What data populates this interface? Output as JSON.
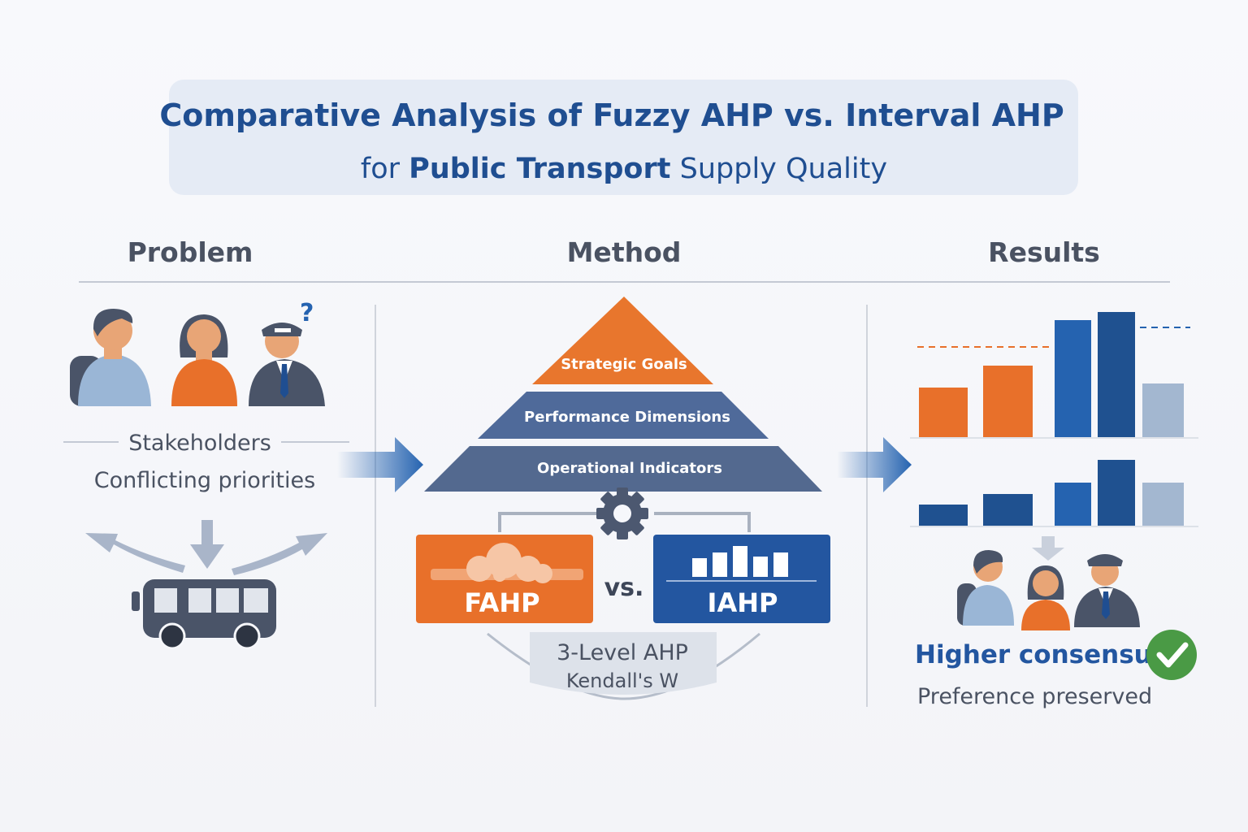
{
  "title": {
    "line1": "Comparative Analysis of Fuzzy AHP vs. Interval AHP",
    "line2_pre": "for ",
    "line2_bold": "Public Transport",
    "line2_post": " Supply Quality"
  },
  "sections": {
    "problem": "Problem",
    "method": "Method",
    "results": "Results"
  },
  "problem": {
    "stakeholders": "Stakeholders",
    "conflict": "Conflicting priorities",
    "question_mark": "?"
  },
  "method": {
    "levels": [
      "Strategic Goals",
      "Performance Dimensions",
      "Operational Indicators"
    ],
    "fahp": "FAHP",
    "iahp": "IAHP",
    "vs": "vs.",
    "base_line1": "3-Level AHP",
    "base_line2": "Kendall's W"
  },
  "results": {
    "consensus": "Higher consensus",
    "preserved": "Preference preserved",
    "top_bars": [
      61,
      88,
      144,
      154,
      66
    ],
    "bottom_bars": [
      26,
      39,
      53,
      81,
      53
    ],
    "colors": {
      "orange": "#e8702a",
      "blue": "#2563b0",
      "navy": "#1f5190",
      "light": "#a3b7d0",
      "green": "#4a9a45"
    }
  }
}
